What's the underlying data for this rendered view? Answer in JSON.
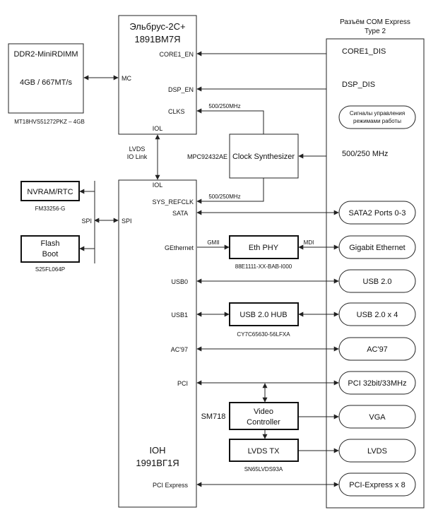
{
  "cpu": {
    "title1": "Эльбрус-2С+",
    "title2": "1891ВМ7Я",
    "core1_en": "CORE1_EN",
    "mc": "MC",
    "dsp_en": "DSP_EN",
    "clks": "CLKS",
    "iol": "IOL"
  },
  "ddr": {
    "title": "DDR2-MiniRDIMM",
    "size": "4GB / 667MT/s",
    "part": "MT18HVS51272PKZ – 4GB"
  },
  "link": {
    "line1": "LVDS",
    "line2": "IO Link"
  },
  "clock": {
    "label": "Clock Synthesizer",
    "part": "MPC92432AE",
    "freq_top": "500/250MHz",
    "freq_bottom": "500/250MHz"
  },
  "ioh": {
    "title1": "IOH",
    "title2": "1991ВГ1Я",
    "iol": "IOL",
    "sys_refclk": "SYS_REFCLK",
    "sata": "SATA",
    "spi": "SPI",
    "gethernet": "GEthernet",
    "usb0": "USB0",
    "usb1": "USB1",
    "ac97": "AC'97",
    "pci": "PCI",
    "pci_express": "PCI Express"
  },
  "nvram": {
    "label": "NVRAM/RTC",
    "part": "FM33256-G"
  },
  "flash": {
    "line1": "Flash",
    "line2": "Boot",
    "part": "S25FL064P"
  },
  "spi_label": "SPI",
  "eth_phy": {
    "label": "Eth PHY",
    "part": "88E1111-XX-BAB-I000",
    "gmii": "GMII",
    "mdi": "MDI"
  },
  "usb_hub": {
    "label": "USB 2.0 HUB",
    "part": "CY7C65630-56LFXA"
  },
  "video": {
    "line1": "Video",
    "line2": "Controller",
    "part": "SM718"
  },
  "lvds_tx": {
    "label": "LVDS TX",
    "part": "SN65LVDS93A"
  },
  "connector": {
    "title1": "Разъём COM Express",
    "title2": "Type 2",
    "core1_dis": "CORE1_DIS",
    "dsp_dis": "DSP_DIS",
    "signals1": "Сигналы управления",
    "signals2": "режимами работы",
    "freq": "500/250 MHz",
    "sata": "SATA2 Ports 0-3",
    "gigabit": "Gigabit Ethernet",
    "usb20": "USB 2.0",
    "usb20x4": "USB 2.0 x 4",
    "ac97": "AC'97",
    "pci": "PCI 32bit/33MHz",
    "vga": "VGA",
    "lvds": "LVDS",
    "pcie": "PCI-Express x 8"
  }
}
